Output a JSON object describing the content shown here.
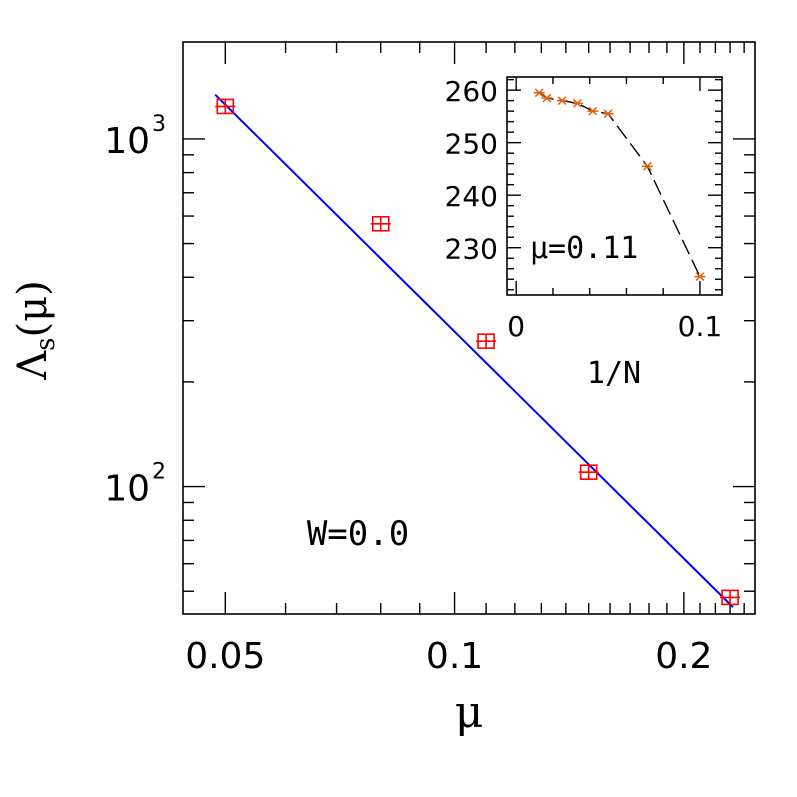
{
  "chart_data": [
    {
      "type": "scatter",
      "xscale": "log",
      "yscale": "log",
      "xlim": [
        0.044,
        0.248
      ],
      "ylim": [
        43,
        1900
      ],
      "x_ticks": [
        {
          "value": 0.05,
          "label": "0.05"
        },
        {
          "value": 0.1,
          "label": "0.1"
        },
        {
          "value": 0.2,
          "label": "0.2"
        }
      ],
      "y_ticks": [
        {
          "value": 100,
          "label": "10",
          "exp": "2"
        },
        {
          "value": 1000,
          "label": "10",
          "exp": "3"
        }
      ],
      "xlabel": "μ",
      "ylabel": {
        "main": "Λ",
        "sub": "s",
        "arg": "(μ)"
      },
      "annotation": "W=0.0",
      "series": [
        {
          "marker": "square",
          "color": "#ff0000",
          "x": [
            0.05,
            0.08,
            0.11,
            0.15,
            0.23
          ],
          "y": [
            1240,
            570,
            262,
            110,
            48
          ]
        },
        {
          "style": "line",
          "color": "#0000ff",
          "x": [
            0.0485,
            0.232
          ],
          "y": [
            1340,
            45
          ]
        }
      ]
    },
    {
      "type": "scatter",
      "xlim": [
        -0.005,
        0.112
      ],
      "ylim": [
        221,
        262.5
      ],
      "x_ticks": [
        {
          "value": 0,
          "label": "0"
        },
        {
          "value": 0.1,
          "label": "0.1"
        }
      ],
      "y_ticks": [
        {
          "value": 230,
          "label": "230"
        },
        {
          "value": 240,
          "label": "240"
        },
        {
          "value": 250,
          "label": "250"
        },
        {
          "value": 260,
          "label": "260"
        }
      ],
      "xlabel": "1/N",
      "annotation": "μ=0.11",
      "series": [
        {
          "marker": "star",
          "style": "dashed",
          "color": "#e06010",
          "line_color": "#000000",
          "x": [
            0.0125,
            0.0167,
            0.025,
            0.0333,
            0.0417,
            0.05,
            0.0714,
            0.1
          ],
          "y": [
            259.5,
            258.5,
            258.0,
            257.5,
            256.0,
            255.5,
            245.5,
            224.5
          ]
        }
      ]
    }
  ]
}
